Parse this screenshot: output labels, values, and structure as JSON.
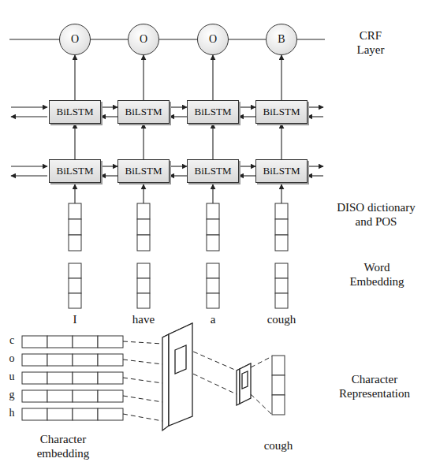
{
  "diagram": {
    "nodes": [
      {
        "text": [
          "O"
        ]
      },
      {
        "text": [
          "O"
        ]
      },
      {
        "text": [
          "O"
        ]
      },
      {
        "text": [
          "B"
        ]
      },
      {
        "text": [
          "BiLSTM"
        ]
      },
      {
        "text": [
          "BiLSTM"
        ]
      },
      {
        "text": [
          "BiLSTM"
        ]
      },
      {
        "text": [
          "BiLSTM"
        ]
      },
      {
        "text": [
          "BiLSTM"
        ]
      },
      {
        "text": [
          "BiLSTM"
        ]
      },
      {
        "text": [
          "BiLSTM"
        ]
      },
      {
        "text": [
          "BiLSTM"
        ]
      }
    ],
    "edges": [
      {
        "from": 0,
        "to": 1,
        "arrow": "none"
      },
      {
        "from": 1,
        "to": 2,
        "arrow": "none"
      },
      {
        "from": 2,
        "to": 3,
        "arrow": "none"
      },
      {
        "from": 4,
        "to": 0,
        "arrow": "to"
      },
      {
        "from": 5,
        "to": 1,
        "arrow": "to"
      },
      {
        "from": 6,
        "to": 2,
        "arrow": "to"
      },
      {
        "from": 7,
        "to": 3,
        "arrow": "to"
      },
      {
        "from": 8,
        "to": 4,
        "arrow": "to"
      },
      {
        "from": 9,
        "to": 5,
        "arrow": "to"
      },
      {
        "from": 10,
        "to": 6,
        "arrow": "to"
      },
      {
        "from": 11,
        "to": 7,
        "arrow": "to"
      },
      {
        "from": 4,
        "to": 5,
        "arrow": "to"
      },
      {
        "from": 5,
        "to": 4,
        "arrow": "to"
      },
      {
        "from": 5,
        "to": 6,
        "arrow": "to"
      },
      {
        "from": 6,
        "to": 5,
        "arrow": "to"
      },
      {
        "from": 6,
        "to": 7,
        "arrow": "to"
      },
      {
        "from": 7,
        "to": 6,
        "arrow": "to"
      },
      {
        "from": 8,
        "to": 9,
        "arrow": "to"
      },
      {
        "from": 9,
        "to": 8,
        "arrow": "to"
      },
      {
        "from": 9,
        "to": 10,
        "arrow": "to"
      },
      {
        "from": 10,
        "to": 9,
        "arrow": "to"
      },
      {
        "from": 10,
        "to": 11,
        "arrow": "to"
      },
      {
        "from": 11,
        "to": 10,
        "arrow": "to"
      }
    ],
    "labels": [
      "CRF Layer",
      "DISO dictionary and POS",
      "Word Embedding",
      "I",
      "have",
      "a",
      "cough",
      "Character Representation",
      "c",
      "o",
      "u",
      "g",
      "h",
      "Character embedding",
      "cough"
    ]
  }
}
